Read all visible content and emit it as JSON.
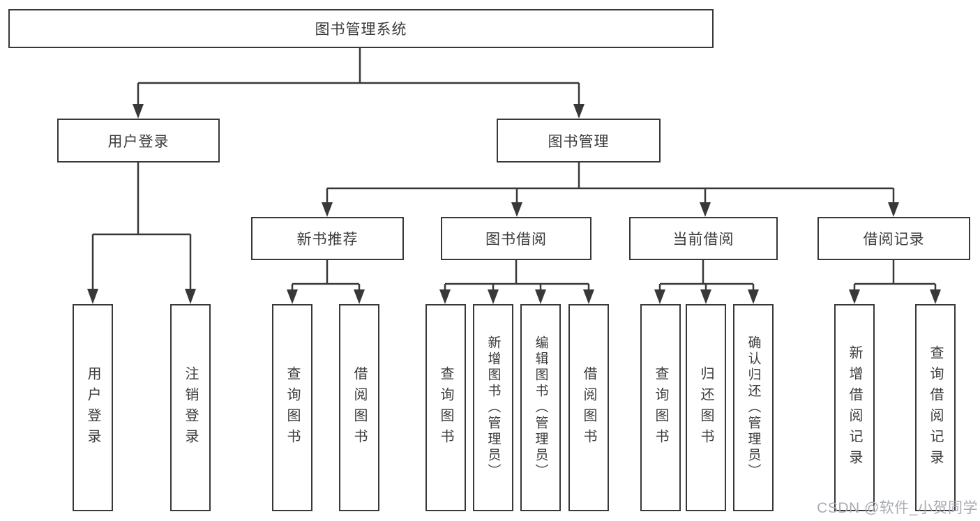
{
  "diagram": {
    "type": "function-structure-tree",
    "root": {
      "label": "图书管理系统"
    },
    "level2": [
      {
        "label": "用户登录",
        "children": [
          {
            "label": "用户登录"
          },
          {
            "label": "注销登录"
          }
        ]
      },
      {
        "label": "图书管理",
        "children": [
          {
            "label": "新书推荐",
            "children": [
              {
                "label": "查询图书"
              },
              {
                "label": "借阅图书"
              }
            ]
          },
          {
            "label": "图书借阅",
            "children": [
              {
                "label": "查询图书"
              },
              {
                "label": "新增图书（管理员）"
              },
              {
                "label": "编辑图书（管理员）"
              },
              {
                "label": "借阅图书"
              }
            ]
          },
          {
            "label": "当前借阅",
            "children": [
              {
                "label": "查询图书"
              },
              {
                "label": "归还图书"
              },
              {
                "label": "确认归还（管理员）"
              }
            ]
          },
          {
            "label": "借阅记录",
            "children": [
              {
                "label": "新增借阅记录"
              },
              {
                "label": "查询借阅记录"
              }
            ]
          }
        ]
      }
    ]
  },
  "watermark": {
    "text": "CSDN @软件_小贺同学"
  },
  "colors": {
    "line": "#383838",
    "text": "#3c3c3c",
    "watermark": "#a8abb2",
    "background": "#ffffff"
  }
}
